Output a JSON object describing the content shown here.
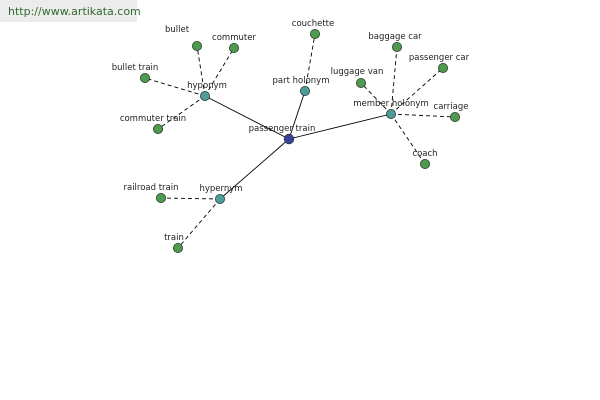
{
  "source": {
    "url": "http://www.artikata.com"
  },
  "colors": {
    "background": "#ffffff",
    "banner": "#ececec",
    "url_text": "#2f6b2f",
    "edge": "#000000",
    "label": "#222222",
    "center_node": "#3a3fa0",
    "relation_node": "#4f9a9a",
    "leaf_node": "#4f9a4f",
    "node_outline": "#2b3a2b"
  },
  "graph": {
    "center": {
      "id": "passenger_train",
      "label": "passenger train"
    },
    "relations": [
      {
        "id": "hyponym",
        "label": "hyponym"
      },
      {
        "id": "part_holonym",
        "label": "part holonym"
      },
      {
        "id": "member_holonym",
        "label": "member holonym"
      },
      {
        "id": "hypernym",
        "label": "hypernym"
      }
    ],
    "leaves": [
      {
        "id": "bullet",
        "label": "bullet",
        "relation": "hyponym"
      },
      {
        "id": "commuter",
        "label": "commuter",
        "relation": "hyponym"
      },
      {
        "id": "bullet_train",
        "label": "bullet train",
        "relation": "hyponym"
      },
      {
        "id": "commuter_train",
        "label": "commuter train",
        "relation": "hyponym"
      },
      {
        "id": "couchette",
        "label": "couchette",
        "relation": "part_holonym"
      },
      {
        "id": "luggage_van",
        "label": "luggage van",
        "relation": "member_holonym"
      },
      {
        "id": "baggage_car",
        "label": "baggage car",
        "relation": "member_holonym"
      },
      {
        "id": "passenger_car",
        "label": "passenger car",
        "relation": "member_holonym"
      },
      {
        "id": "carriage",
        "label": "carriage",
        "relation": "member_holonym"
      },
      {
        "id": "coach",
        "label": "coach",
        "relation": "member_holonym"
      },
      {
        "id": "railroad_train",
        "label": "railroad train",
        "relation": "hypernym"
      },
      {
        "id": "train",
        "label": "train",
        "relation": "hypernym"
      }
    ]
  }
}
